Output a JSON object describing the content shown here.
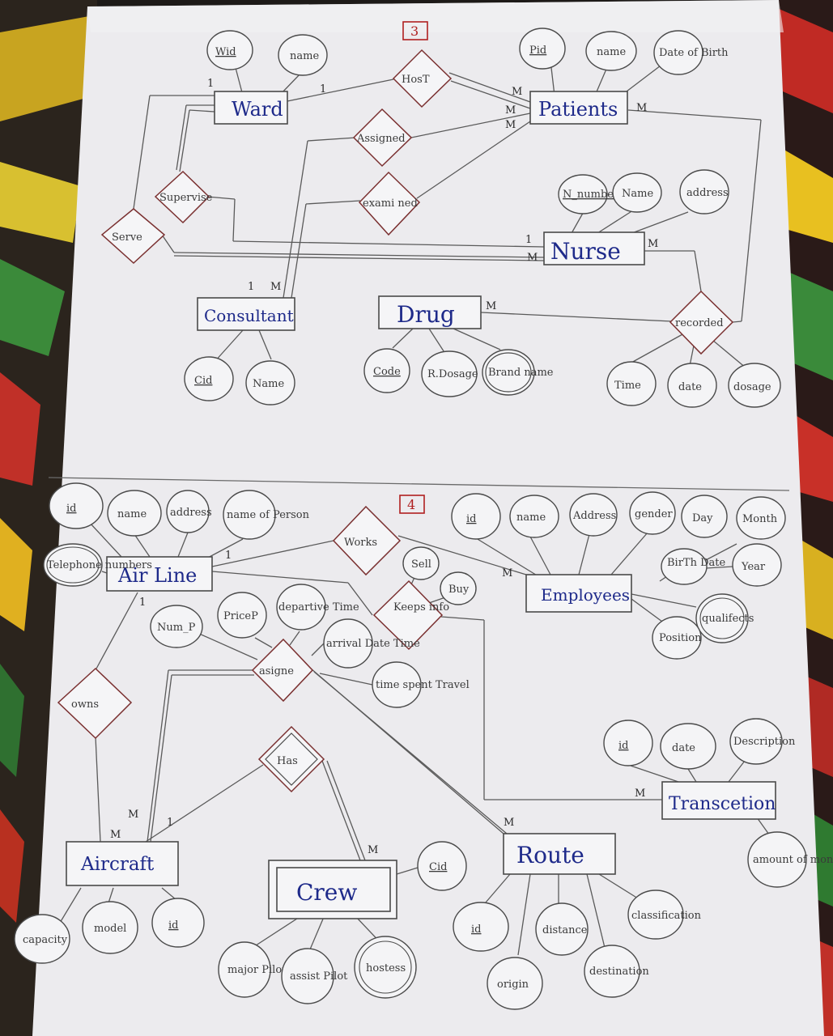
{
  "diagram_3": {
    "section_label": "3",
    "entities": {
      "ward": "Ward",
      "patients": "Patients",
      "nurse": "Nurse",
      "consultant": "Consultant",
      "drug": "Drug"
    },
    "relationships": {
      "host": "HosT",
      "assigned": "Assigned",
      "examined": "exami ned",
      "supervise": "Supervise",
      "serve": "Serve",
      "recorded": "recorded"
    },
    "attributes": {
      "ward_id": "Wid",
      "ward_name": "name",
      "patient_id": "Pid",
      "patient_name": "name",
      "patient_dob": "Date of Birth",
      "nurse_number": "N_number",
      "nurse_name": "Name",
      "nurse_address": "address",
      "consultant_id": "Cid",
      "consultant_name": "Name",
      "drug_code": "Code",
      "drug_rdosage": "R.Dosage",
      "drug_brand": "Brand name",
      "rec_time": "Time",
      "rec_date": "date",
      "rec_dosage": "dosage"
    },
    "cardinalities": {
      "ward_host": "1",
      "ward_supervise": "1",
      "host_patients": "M",
      "assigned_patients": "M",
      "examined_patients": "M",
      "patients_recorded": "M",
      "consultant_1": "1",
      "consultant_m": "M",
      "nurse_1": "1",
      "nurse_m": "M",
      "nurse_recorded": "M",
      "drug_recorded": "M"
    }
  },
  "diagram_4": {
    "section_label": "4",
    "entities": {
      "airline": "Air Line",
      "employees": "Employees",
      "aircraft": "Aircraft",
      "crew": "Crew",
      "route": "Route",
      "transaction": "Transcetion"
    },
    "relationships": {
      "works": "Works",
      "keeps_info": "Keeps info",
      "asigne": "asigne",
      "owns": "owns",
      "has": "Has"
    },
    "attributes": {
      "airline_id": "id",
      "airline_name": "name",
      "airline_address": "address",
      "airline_person": "name of Person",
      "airline_phone": "Telephone numbers",
      "emp_id": "id",
      "emp_name": "name",
      "emp_address": "Address",
      "emp_gender": "gender",
      "emp_day": "Day",
      "emp_month": "Month",
      "emp_year": "Year",
      "emp_birth": "BirTh Date",
      "emp_qualif": "qualifects",
      "emp_position": "Position",
      "keeps_sell": "Sell",
      "keeps_buy": "Buy",
      "asg_num": "Num_P",
      "asg_price": "PriceP",
      "asg_depart": "departive Time",
      "asg_arrival": "arrival Date Time",
      "asg_spent": "time spent Travel",
      "trans_id": "id",
      "trans_date": "date",
      "trans_desc": "Description",
      "trans_amount": "amount of money",
      "aircraft_capacity": "capacity",
      "aircraft_model": "model",
      "aircraft_id": "id",
      "crew_cid": "Cid",
      "crew_major": "major Pilot",
      "crew_assist": "assist Pilot",
      "crew_hostess": "hostess",
      "route_id": "id",
      "route_distance": "distance",
      "route_class": "classification",
      "route_origin": "origin",
      "route_dest": "destination"
    },
    "cardinalities": {
      "airline_works": "1",
      "works_emp": "M",
      "airline_owns": "1",
      "owns_aircraft_m1": "M",
      "owns_aircraft_m2": "M",
      "has_aircraft": "1",
      "has_crew": "M",
      "route_m": "M",
      "trans_m": "M"
    }
  }
}
